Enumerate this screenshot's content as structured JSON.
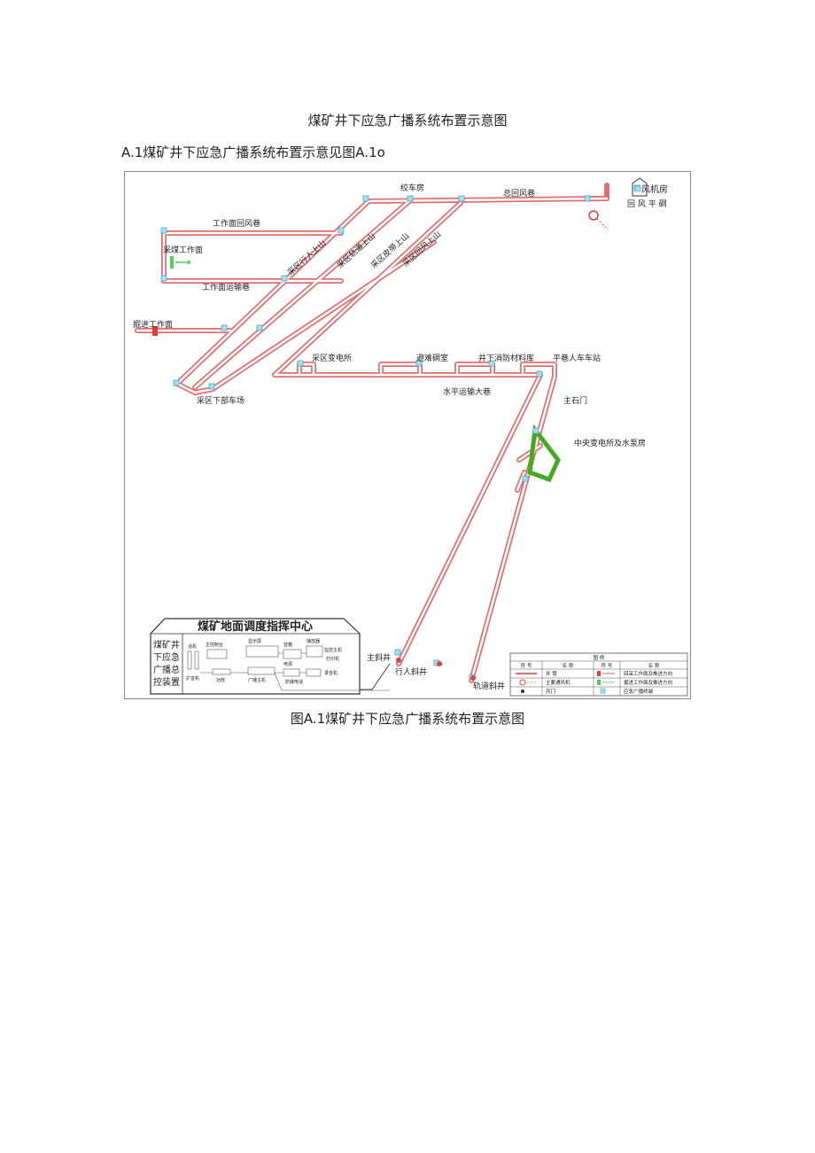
{
  "page": {
    "title": "煤矿井下应急广播系统布置示意图",
    "intro": "A.1煤矿井下应急广播系统布置示意见图A.1o",
    "caption": "图A.1煤矿井下应急广播系统布置示意图"
  },
  "diagram": {
    "labels": {
      "fan_room": "风机房",
      "return_air_adit": "回 风 平 硐",
      "winch_room": "绞车房",
      "main_return_airway": "总回风巷",
      "face_return_airway": "工作面回风巷",
      "mining_face": "采煤工作面",
      "face_haulage_roadway": "工作面运输巷",
      "pedestrian_uphill": "采区行人上山",
      "track_uphill": "采区轨道上山",
      "conveyor_uphill": "采区皮带上山",
      "return_uphill": "采区回风上山",
      "heading_face": "掘进工作面",
      "substation": "采区变电所",
      "lower_yard": "采区下部车场",
      "refuge_chamber": "避难硐室",
      "material_depot": "井下消防材料库",
      "man_car_station": "平巷人车车站",
      "haulage_roadway": "水平运输大巷",
      "main_crosscut": "主石门",
      "central_substation": "中央变电所及水泵房",
      "main_inclined_shaft": "主斜井",
      "man_inclined_shaft": "行人斜井",
      "track_inclined_shaft": "轨道斜井"
    },
    "control_center": {
      "title": "煤矿地面调度指挥中心",
      "side_label_lines": [
        "煤矿井",
        "下应急",
        "广播总",
        "控装置"
      ],
      "equipment": [
        "话机",
        "扩音机",
        "主控制台",
        "功放",
        "显示屏",
        "音箱",
        "播放器",
        "广播主机",
        "电源",
        "打印机",
        "录音机",
        "防爆电话",
        "监控主机"
      ]
    },
    "legend": {
      "title": "图 例",
      "headers": [
        "符 号",
        "名 称",
        "符 号",
        "名 称"
      ],
      "rows": [
        [
          "井 筒",
          "回采工作面及推进方向"
        ],
        [
          "主要通风机",
          "掘进工作面及推进方向"
        ],
        [
          "风门",
          "应急广播终端"
        ]
      ]
    }
  }
}
